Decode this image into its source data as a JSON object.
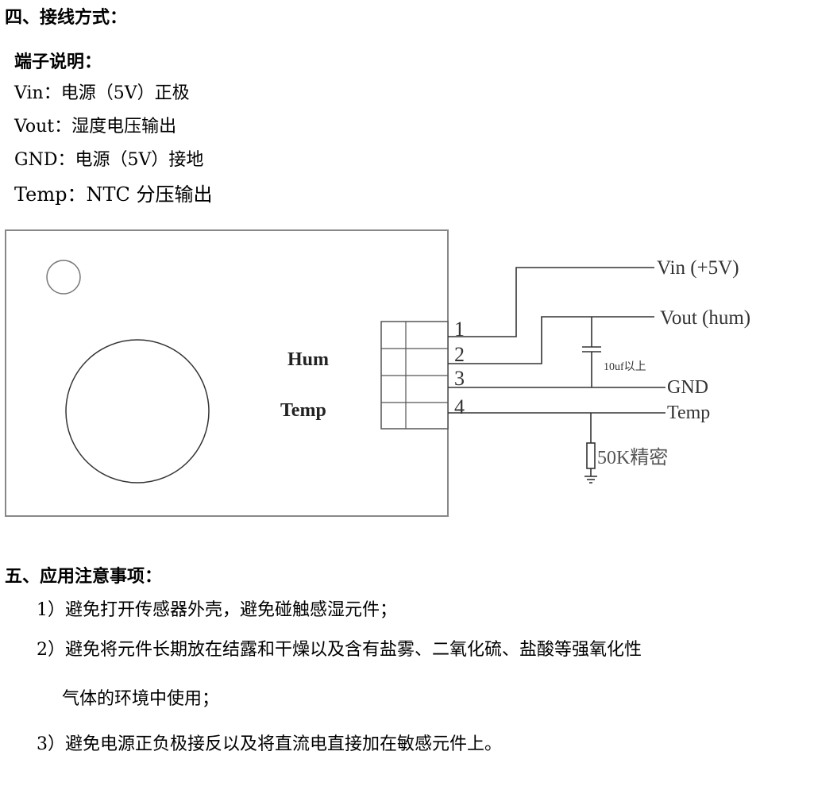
{
  "section4": {
    "heading": "四、接线方式：",
    "terminal_heading": "端子说明：",
    "terminals": [
      "Vin：电源（5V）正极",
      "Vout：湿度电压输出",
      "GND：电源（5V）接地",
      "Temp：NTC 分压输出"
    ]
  },
  "diagram": {
    "board_labels": [
      "Hum",
      "Temp"
    ],
    "pin_numbers": [
      "1",
      "2",
      "3",
      "4"
    ],
    "signals": [
      "Vin (+5V)",
      "Vout (hum)",
      "GND",
      "Temp"
    ],
    "capacitor_label": "10uf以上",
    "resistor_label": "50K精密"
  },
  "section5": {
    "heading": "五、应用注意事项：",
    "notes": [
      "1）避免打开传感器外壳，避免碰触感湿元件；",
      "2）避免将元件长期放在结露和干燥以及含有盐雾、二氧化硫、盐酸等强氧化性",
      "气体的环境中使用；",
      "3）避免电源正负极接反以及将直流电直接加在敏感元件上。"
    ]
  }
}
